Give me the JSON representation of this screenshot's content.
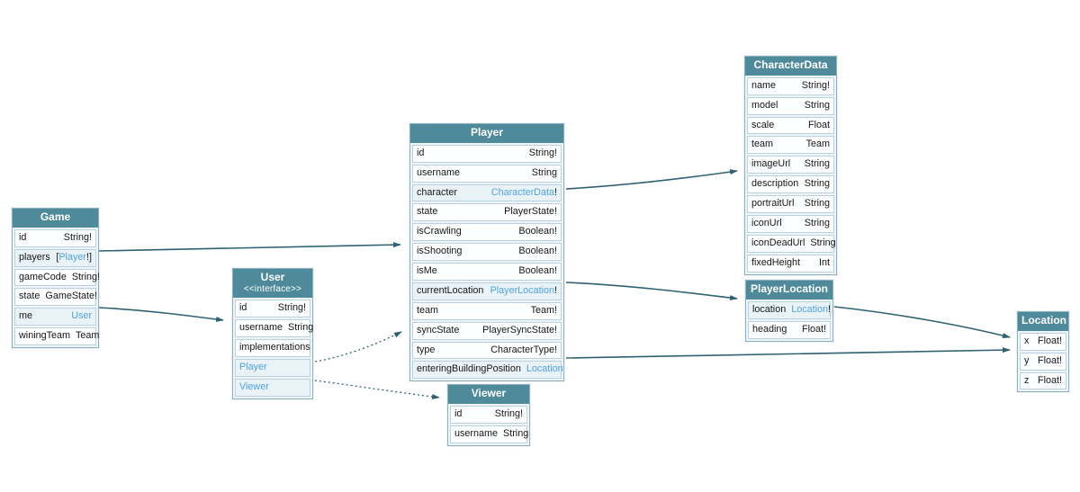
{
  "colors": {
    "header_bg": "#4f8a9b",
    "table_border": "#8db1c1",
    "row_border": "#b9d2dd",
    "row_tint_bg": "#e9f2f7",
    "link_text": "#4fa3de",
    "arrow": "#2e6272",
    "canvas_bg": "#ffffff"
  },
  "tables": {
    "game": {
      "title": "Game",
      "rows": [
        {
          "name": "id",
          "type_post": "String!"
        },
        {
          "name": "players",
          "type_pre": "[",
          "type_link": "Player",
          "type_post": "!]",
          "tint": true
        },
        {
          "name": "gameCode",
          "type_post": "String!"
        },
        {
          "name": "state",
          "type_post": "GameState!"
        },
        {
          "name": "me",
          "type_link": "User",
          "tint": true
        },
        {
          "name": "winingTeam",
          "type_post": "Team"
        }
      ]
    },
    "user": {
      "title": "User",
      "subtitle": "<<interface>>",
      "rows": [
        {
          "name": "id",
          "type_post": "String!"
        },
        {
          "name": "username",
          "type_post": "String"
        },
        {
          "name": "implementations"
        },
        {
          "name": "Player",
          "name_link": true,
          "tint": true
        },
        {
          "name": "Viewer",
          "name_link": true,
          "tint": true
        }
      ]
    },
    "player": {
      "title": "Player",
      "rows": [
        {
          "name": "id",
          "type_post": "String!"
        },
        {
          "name": "username",
          "type_post": "String"
        },
        {
          "name": "character",
          "type_link": "CharacterData",
          "type_post": "!",
          "tint": true
        },
        {
          "name": "state",
          "type_post": "PlayerState!"
        },
        {
          "name": "isCrawling",
          "type_post": "Boolean!"
        },
        {
          "name": "isShooting",
          "type_post": "Boolean!"
        },
        {
          "name": "isMe",
          "type_post": "Boolean!"
        },
        {
          "name": "currentLocation",
          "type_link": "PlayerLocation",
          "type_post": "!",
          "tint": true
        },
        {
          "name": "team",
          "type_post": "Team!"
        },
        {
          "name": "syncState",
          "type_post": "PlayerSyncState!"
        },
        {
          "name": "type",
          "type_post": "CharacterType!"
        },
        {
          "name": "enteringBuildingPosition",
          "type_link": "Location",
          "tint": true
        }
      ]
    },
    "viewer": {
      "title": "Viewer",
      "rows": [
        {
          "name": "id",
          "type_post": "String!"
        },
        {
          "name": "username",
          "type_post": "String"
        }
      ]
    },
    "characterData": {
      "title": "CharacterData",
      "rows": [
        {
          "name": "name",
          "type_post": "String!"
        },
        {
          "name": "model",
          "type_post": "String"
        },
        {
          "name": "scale",
          "type_post": "Float"
        },
        {
          "name": "team",
          "type_post": "Team"
        },
        {
          "name": "imageUrl",
          "type_post": "String"
        },
        {
          "name": "description",
          "type_post": "String"
        },
        {
          "name": "portraitUrl",
          "type_post": "String"
        },
        {
          "name": "iconUrl",
          "type_post": "String"
        },
        {
          "name": "iconDeadUrl",
          "type_post": "String"
        },
        {
          "name": "fixedHeight",
          "type_post": "Int"
        }
      ]
    },
    "playerLocation": {
      "title": "PlayerLocation",
      "rows": [
        {
          "name": "location",
          "type_link": "Location",
          "type_post": "!",
          "tint": true
        },
        {
          "name": "heading",
          "type_post": "Float!"
        }
      ]
    },
    "location": {
      "title": "Location",
      "rows": [
        {
          "name": "x",
          "type_post": "Float!"
        },
        {
          "name": "y",
          "type_post": "Float!"
        },
        {
          "name": "z",
          "type_post": "Float!"
        }
      ]
    }
  },
  "edges": [
    {
      "from": "Game.players",
      "to": "Player",
      "style": "solid"
    },
    {
      "from": "Game.me",
      "to": "User",
      "style": "solid"
    },
    {
      "from": "Player.character",
      "to": "CharacterData",
      "style": "solid"
    },
    {
      "from": "Player.currentLocation",
      "to": "PlayerLocation",
      "style": "solid"
    },
    {
      "from": "Player.enteringBuildingPosition",
      "to": "Location",
      "style": "solid"
    },
    {
      "from": "PlayerLocation.location",
      "to": "Location",
      "style": "solid"
    },
    {
      "from": "User.Player",
      "to": "Player",
      "style": "dotted"
    },
    {
      "from": "User.Viewer",
      "to": "Viewer",
      "style": "dotted"
    }
  ]
}
